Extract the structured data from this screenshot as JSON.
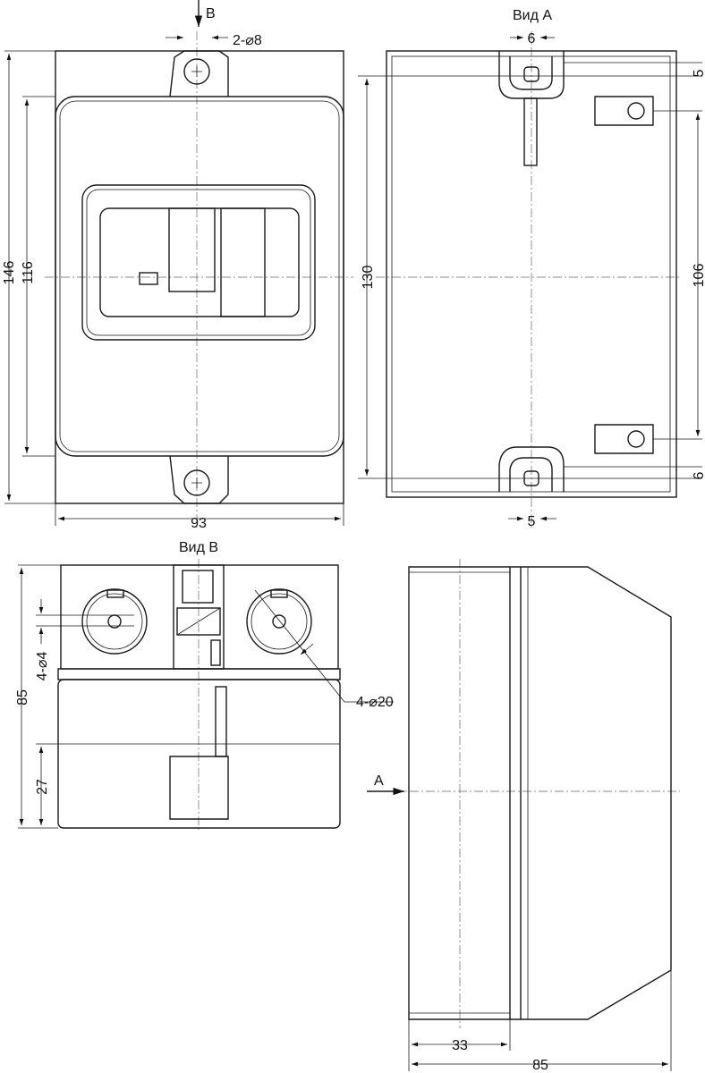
{
  "title": "Enclosure dimensional drawing",
  "labels": {
    "arrow_b": "B",
    "holes_top": "2-⌀8",
    "height_total": "146",
    "height_inner": "116",
    "width": "93",
    "view_a": "Вид А",
    "dim_6_top": "6",
    "dim_5_right": "5",
    "dim_130": "130",
    "dim_106": "106",
    "dim_6_right": "6",
    "dim_5_bottom": "5",
    "view_b": "Вид В",
    "holes_small": "4-⌀4",
    "depth_85_left": "85",
    "dim_27": "27",
    "holes_large": "4-⌀20",
    "arrow_a": "A",
    "dim_33": "33",
    "depth_85": "85"
  }
}
